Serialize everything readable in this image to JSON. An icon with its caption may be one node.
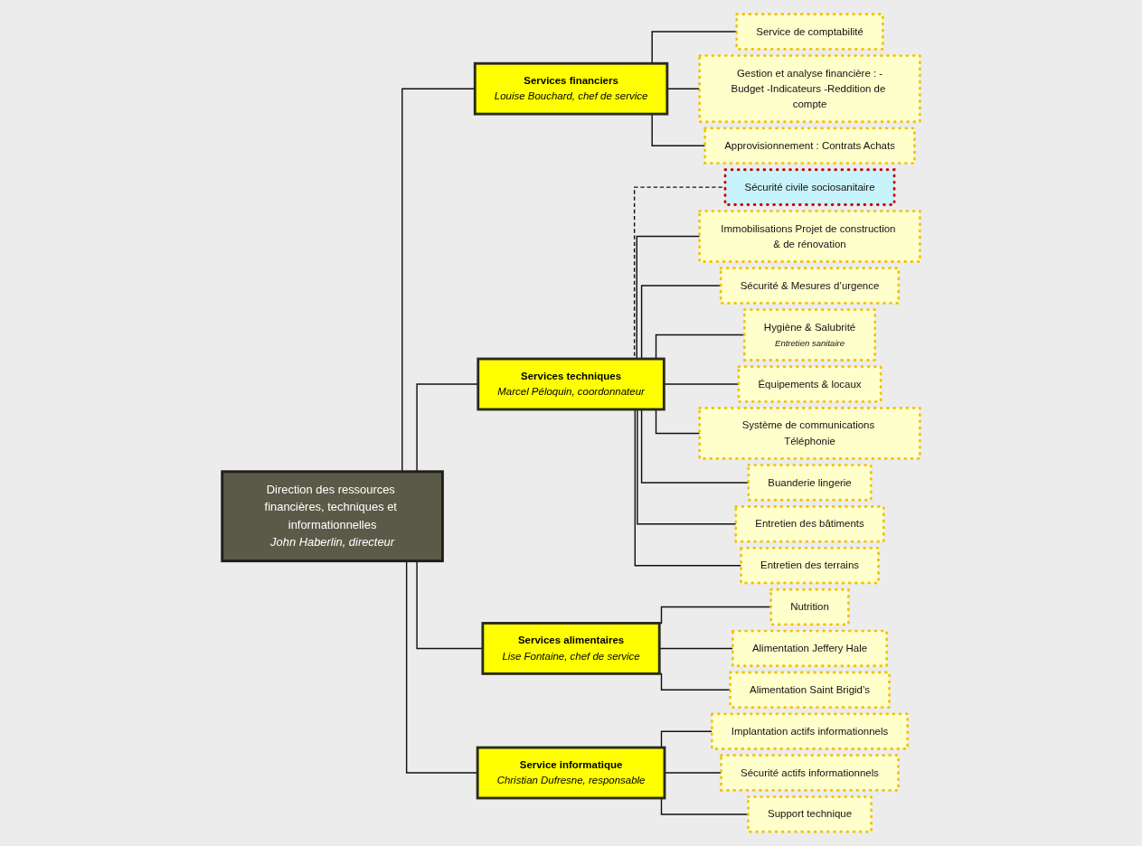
{
  "diagram": {
    "nodes": [
      {
        "text": [
          "Direction des ressources financières, techniques et informationnelles",
          "John Haberlin, directeur"
        ]
      },
      {
        "text": [
          "Services financiers",
          "Louise Bouchard, chef de service"
        ]
      },
      {
        "text": [
          "Services techniques",
          "Marcel Péloquin, coordonnateur"
        ]
      },
      {
        "text": [
          "Services alimentaires",
          "Lise Fontaine, chef de service"
        ]
      },
      {
        "text": [
          "Service informatique",
          "Christian Dufresne, responsable"
        ]
      },
      {
        "text": [
          "Sécurité civile sociosanitaire"
        ]
      },
      {
        "text": [
          "Service de comptabilité"
        ]
      },
      {
        "text": [
          "Gestion et analyse financière : -Budget -Indicateurs -Reddition de compte"
        ]
      },
      {
        "text": [
          "Immobilisations Projet de construction & de rénovation"
        ]
      },
      {
        "text": [
          "Sécurité & Mesures d’urgence"
        ]
      },
      {
        "text": [
          "Nutrition"
        ]
      },
      {
        "text": [
          "Implantation actifs informationnels"
        ]
      },
      {
        "text": [
          "Sécurité actifs informationnels"
        ]
      },
      {
        "text": [
          "Hygiène & Salubrité",
          "Entretien sanitaire"
        ]
      },
      {
        "text": [
          "Équipements & locaux"
        ]
      },
      {
        "text": [
          "Alimentation Jeffery Hale"
        ]
      },
      {
        "text": [
          "Alimentation Saint Brigid’s"
        ]
      },
      {
        "text": [
          "Support technique"
        ]
      },
      {
        "text": [
          "Approvisionnement : Contrats Achats"
        ]
      },
      {
        "text": [
          "Système de communications Téléphonie"
        ]
      },
      {
        "text": [
          "Buanderie lingerie"
        ]
      },
      {
        "text": [
          "Entretien des bâtiments"
        ]
      },
      {
        "text": [
          "Entretien des terrains"
        ]
      }
    ],
    "edges": [
      {
        "from": 0,
        "to": 1,
        "arrow": "none"
      },
      {
        "from": 0,
        "to": 2,
        "arrow": "none"
      },
      {
        "from": 0,
        "to": 3,
        "arrow": "none"
      },
      {
        "from": 0,
        "to": 4,
        "arrow": "none"
      },
      {
        "from": 2,
        "to": 5,
        "arrow": "none",
        "style": "dashed"
      },
      {
        "from": 1,
        "to": 6,
        "arrow": "none"
      },
      {
        "from": 1,
        "to": 7,
        "arrow": "none"
      },
      {
        "from": 1,
        "to": 18,
        "arrow": "none"
      },
      {
        "from": 2,
        "to": 8,
        "arrow": "none"
      },
      {
        "from": 2,
        "to": 9,
        "arrow": "none"
      },
      {
        "from": 2,
        "to": 13,
        "arrow": "none"
      },
      {
        "from": 2,
        "to": 14,
        "arrow": "none"
      },
      {
        "from": 2,
        "to": 19,
        "arrow": "none"
      },
      {
        "from": 2,
        "to": 20,
        "arrow": "none"
      },
      {
        "from": 2,
        "to": 21,
        "arrow": "none"
      },
      {
        "from": 2,
        "to": 22,
        "arrow": "none"
      },
      {
        "from": 3,
        "to": 10,
        "arrow": "none"
      },
      {
        "from": 3,
        "to": 15,
        "arrow": "none"
      },
      {
        "from": 3,
        "to": 16,
        "arrow": "none"
      },
      {
        "from": 4,
        "to": 11,
        "arrow": "none"
      },
      {
        "from": 4,
        "to": 12,
        "arrow": "none"
      },
      {
        "from": 4,
        "to": 17,
        "arrow": "none"
      }
    ]
  }
}
